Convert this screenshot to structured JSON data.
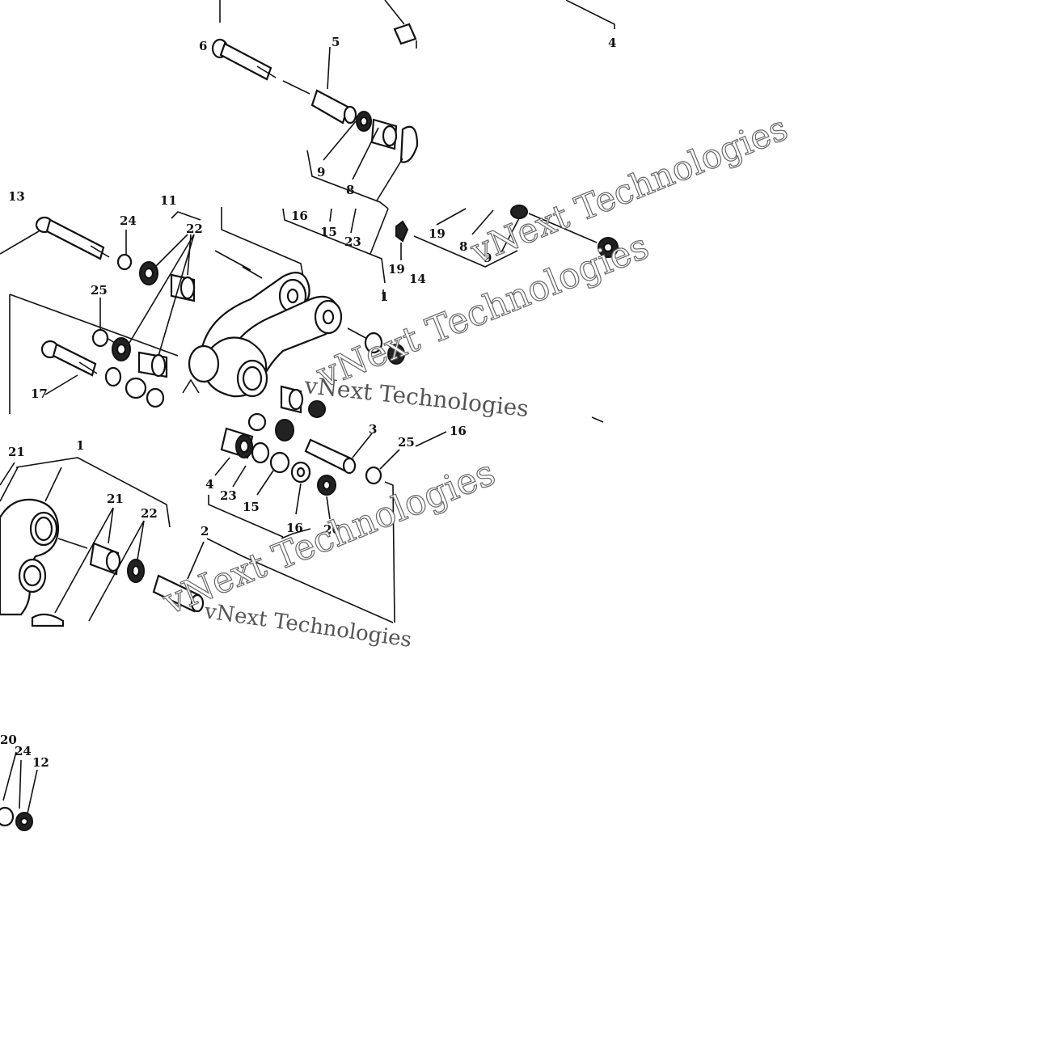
{
  "diagram": {
    "callouts": [
      "6",
      "5",
      "9",
      "8",
      "4",
      "13",
      "24",
      "22",
      "11",
      "25",
      "17",
      "16",
      "15",
      "23",
      "19",
      "19",
      "8",
      "9",
      "14",
      "1",
      "21",
      "1",
      "21",
      "22",
      "2",
      "3",
      "25",
      "16",
      "4",
      "23",
      "15",
      "16",
      "26",
      "20",
      "24",
      "12"
    ],
    "watermarks": [
      "vNext Technologies",
      "vNext Technologies",
      "vNext Technologies",
      "vNext Technologies",
      "vNext Technologies"
    ]
  },
  "colors": {
    "ink": "#111111",
    "background": "#ffffff",
    "watermark": "#666666"
  }
}
